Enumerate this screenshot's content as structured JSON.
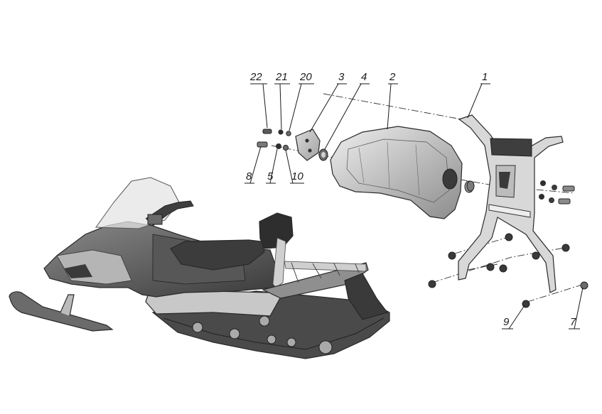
{
  "diagram": {
    "callouts": [
      {
        "id": "c1",
        "label": "1"
      },
      {
        "id": "c2",
        "label": "2"
      },
      {
        "id": "c3",
        "label": "3"
      },
      {
        "id": "c4",
        "label": "4"
      },
      {
        "id": "c5",
        "label": "5"
      },
      {
        "id": "c7",
        "label": "7"
      },
      {
        "id": "c8",
        "label": "8"
      },
      {
        "id": "c9",
        "label": "9"
      },
      {
        "id": "c10",
        "label": "10"
      },
      {
        "id": "c20",
        "label": "20"
      },
      {
        "id": "c21",
        "label": "21"
      },
      {
        "id": "c22",
        "label": "22"
      }
    ]
  }
}
